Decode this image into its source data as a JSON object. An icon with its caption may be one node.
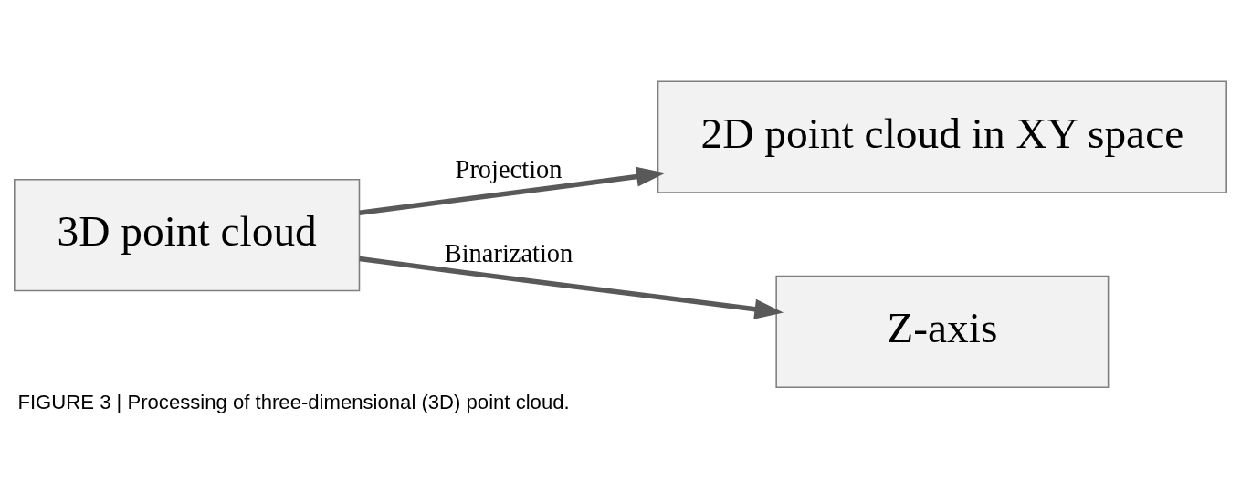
{
  "diagram": {
    "caption": "FIGURE 3 | Processing of three-dimensional (3D) point cloud.",
    "nodes": [
      {
        "text": [
          "3D point cloud"
        ]
      },
      {
        "text": [
          "2D point cloud in XY space"
        ]
      },
      {
        "text": [
          "Z-axis"
        ]
      }
    ],
    "edges": [
      {
        "from": 0,
        "to": 1,
        "arrow": "to",
        "label": "Projection"
      },
      {
        "from": 0,
        "to": 2,
        "arrow": "to",
        "label": "Binarization"
      }
    ]
  }
}
